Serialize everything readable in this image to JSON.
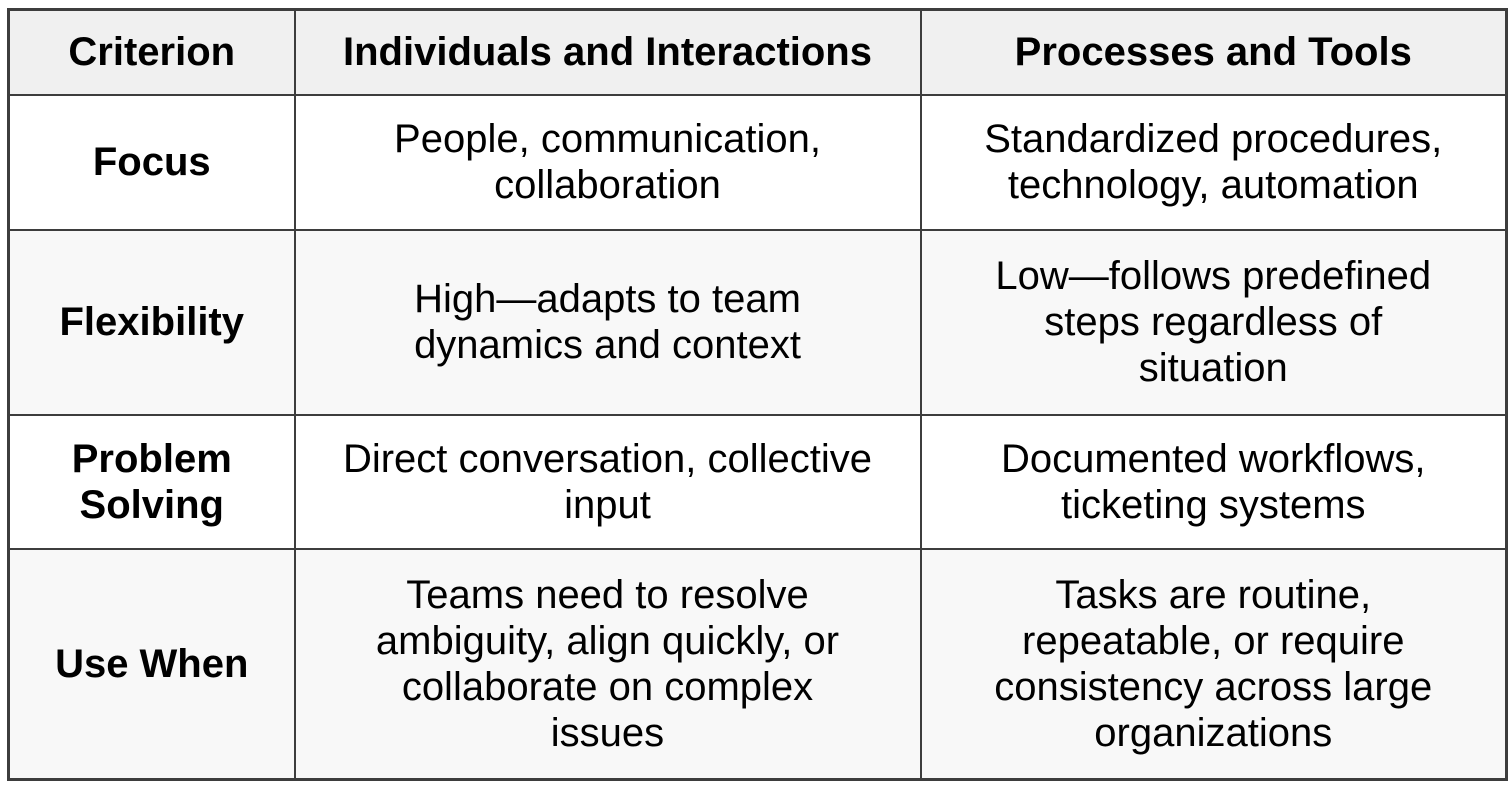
{
  "table": {
    "headers": [
      "Criterion",
      "Individuals and Interactions",
      "Processes and Tools"
    ],
    "rows": [
      {
        "label": "Focus",
        "individuals": "People, communication,\ncollaboration",
        "processes": "Standardized procedures,\ntechnology, automation"
      },
      {
        "label": "Flexibility",
        "individuals": "High—adapts to team\ndynamics and context",
        "processes": "Low—follows predefined\nsteps regardless of\nsituation"
      },
      {
        "label": "Problem\nSolving",
        "individuals": "Direct conversation, collective\ninput",
        "processes": "Documented workflows,\nticketing systems"
      },
      {
        "label": "Use When",
        "individuals": "Teams need to resolve\nambiguity, align quickly, or\ncollaborate on complex\nissues",
        "processes": "Tasks are routine,\nrepeatable, or require\nconsistency across large\norganizations"
      }
    ],
    "colors": {
      "header_bg": "#f0f0f0",
      "stripe_bg": "#f8f8f8",
      "border": "#3d3d3d",
      "text": "#000000",
      "cell_bg": "#ffffff"
    }
  }
}
